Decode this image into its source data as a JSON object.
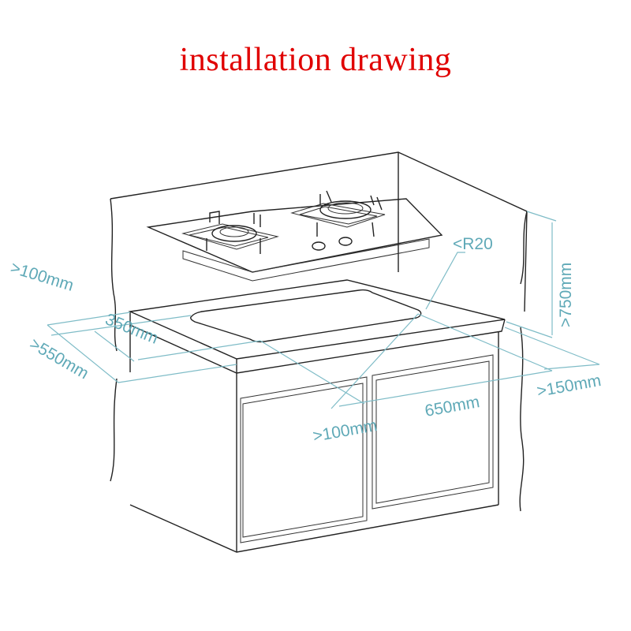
{
  "title": "installation drawing",
  "dimensions": {
    "depth_margin": ">100mm",
    "cutout_depth": "350mm",
    "cabinet_depth": ">550mm",
    "front_margin": ">100mm",
    "cutout_width": "650mm",
    "side_margin": ">150mm",
    "height": ">750mm",
    "corner_radius": "<R20"
  },
  "colors": {
    "title": "#e00000",
    "dimension": "#5fa9b7",
    "lines": "#222222"
  }
}
